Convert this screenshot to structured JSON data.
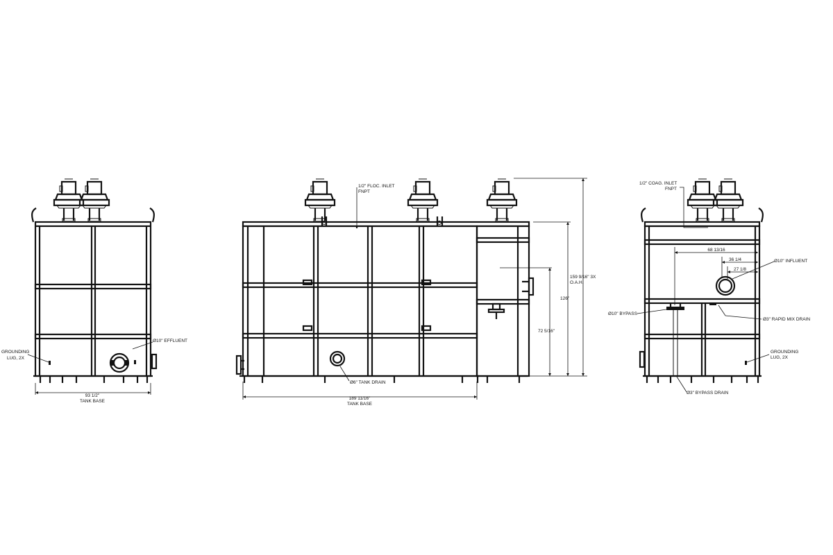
{
  "labels": {
    "left_grounding_lug": [
      "GROUNDING",
      "LUG, 2X"
    ],
    "left_effluent": "Ø10\" EFFLUENT",
    "left_base_dim": [
      "93 1/2\"",
      "TANK BASE"
    ],
    "floc_inlet": [
      "1/2\" FLOC. INLET",
      "FNPT"
    ],
    "tank_drain": "Ø6\" TANK DRAIN",
    "center_base_dim": [
      "189 11/16\"",
      "TANK BASE"
    ],
    "height_oah": [
      "159 9/16\" 3X",
      "O.A.H."
    ],
    "height_126": "126\"",
    "height_72": "72 5/16\"",
    "coag_inlet": [
      "1/2\" COAG. INLET",
      "FNPT"
    ],
    "dim_68": "68 13/16",
    "dim_36": "36 1/4",
    "dim_27": "27 1/8",
    "right_influent": "Ø10\" INFLUENT",
    "bypass": "Ø10\" BYPASS",
    "rapid_mix_drain": "Ø3\" RAPID MIX DRAIN",
    "right_grounding_lug": [
      "GROUNDING",
      "LUG, 2X"
    ],
    "bypass_drain": "Ø3\" BYPASS DRAIN"
  }
}
